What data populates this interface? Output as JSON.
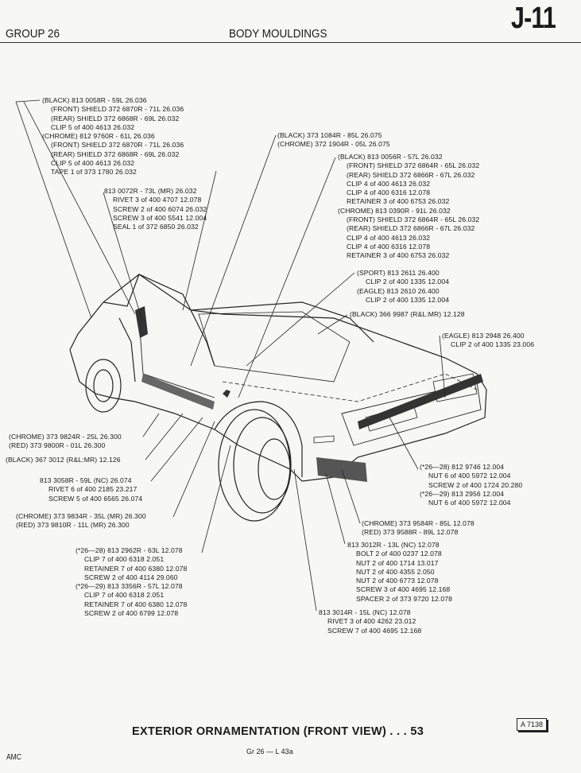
{
  "header": {
    "group": "GROUP 26",
    "title": "BODY MOULDINGS",
    "page_code": "J-11"
  },
  "callouts": [
    {
      "id": "c1",
      "lines": [
        [
          "(BLACK) 813 0058R - 59L  26.036",
          0
        ],
        [
          "(FRONT) SHIELD 372 6870R - 71L  26.036",
          1
        ],
        [
          "(REAR) SHIELD 372 6868R - 69L  26.032",
          1
        ],
        [
          "CLIP  5 of  400 4613  26.032",
          1
        ],
        [
          "(CHROME) 812 9760R - 61L  26.036",
          0
        ],
        [
          "(FRONT) SHIELD 372 6870R - 71L  26.036",
          1
        ],
        [
          "(REAR) SHIELD 372 6868R - 69L  26.032",
          1
        ],
        [
          "CLIP  5 of  400 4613  26.032",
          1
        ],
        [
          "TAPE  1 of  373 1780  26.032",
          1
        ]
      ]
    },
    {
      "id": "c2",
      "lines": [
        [
          "813 0072R - 73L (MR) 26.032",
          0
        ],
        [
          "RIVET  3 of  400 4707  12.078",
          1
        ],
        [
          "SCREW  2 of  400 6074  26.032",
          1
        ],
        [
          "SCREW  3 of  400 5541  12.004",
          1
        ],
        [
          "SEAL  1 of  372 6850  26.032",
          1
        ]
      ]
    },
    {
      "id": "c3",
      "lines": [
        [
          "(BLACK) 373 1084R - 85L  26.075",
          0
        ],
        [
          "(CHROME) 372 1904R - 05L  26.075",
          0
        ]
      ]
    },
    {
      "id": "c4",
      "lines": [
        [
          "(BLACK) 813 0056R - 57L  26.032",
          0
        ],
        [
          "(FRONT) SHIELD 372 6864R - 65L  26.032",
          1
        ],
        [
          "(REAR) SHIELD 372 6866R - 67L  26.032",
          1
        ],
        [
          "CLIP  4 of  400 4613  26.032",
          1
        ],
        [
          "CLIP  4 of  400 6316  12.078",
          1
        ],
        [
          "RETAINER  3 of  400 6753  26.032",
          1
        ],
        [
          "(CHROME) 813 0390R - 91L  26.032",
          0
        ],
        [
          "(FRONT) SHIELD 372 6864R - 65L  26.032",
          1
        ],
        [
          "(REAR) SHIELD 372 6866R - 67L  26.032",
          1
        ],
        [
          "CLIP  4 of  400 4613  26.032",
          1
        ],
        [
          "CLIP  4 of  400 6316  12.078",
          1
        ],
        [
          "RETAINER  3 of  400 6753  26.032",
          1
        ]
      ]
    },
    {
      "id": "c5",
      "lines": [
        [
          "(SPORT) 813 2611  26.400",
          0
        ],
        [
          "CLIP  2 of  400 1335  12.004",
          1
        ],
        [
          "(EAGLE) 813 2610  26.400",
          0
        ],
        [
          "CLIP  2 of  400 1335  12.004",
          1
        ]
      ]
    },
    {
      "id": "c6",
      "lines": [
        [
          "(BLACK) 366 9987 (R&L:MR)  12.128",
          0
        ]
      ]
    },
    {
      "id": "c7",
      "lines": [
        [
          "(EAGLE) 813 2948  26.400",
          0
        ],
        [
          "CLIP  2 of  400 1335  23.006",
          1
        ]
      ]
    },
    {
      "id": "c8",
      "lines": [
        [
          "(*26—28) 812 9746  12.004",
          0
        ],
        [
          "NUT  6 of  400 5972  12.004",
          1
        ],
        [
          "SCREW  2 of  400 1724  20.280",
          1
        ],
        [
          "(*26—29) 813 2956  12.004",
          0
        ],
        [
          "NUT  6 of  400 5972  12.004",
          1
        ]
      ]
    },
    {
      "id": "c9",
      "lines": [
        [
          "(CHROME) 373 9584R - 85L  12.078",
          0
        ],
        [
          "(RED) 373 9588R - 89L  12.078",
          0
        ]
      ]
    },
    {
      "id": "c10",
      "lines": [
        [
          "813 3012R - 13L (NC)  12.078",
          0
        ],
        [
          "BOLT  2 of  400 0237  12.078",
          1
        ],
        [
          "NUT  2 of  400 1714  13.017",
          1
        ],
        [
          "NUT  2 of  400 4355  2.050",
          1
        ],
        [
          "NUT  2 of  400 6773  12.078",
          1
        ],
        [
          "SCREW  3 of  400 4695  12.168",
          1
        ],
        [
          "SPACER  2 of  373 9720  12.078",
          1
        ]
      ]
    },
    {
      "id": "c11",
      "lines": [
        [
          "813 3014R - 15L (NC)  12.078",
          0
        ],
        [
          "RIVET  3 of  400 4262  23.012",
          1
        ],
        [
          "SCREW  7 of  400 4695  12.168",
          1
        ]
      ]
    },
    {
      "id": "c12",
      "lines": [
        [
          "(CHROME) 373 9824R - 25L  26.300",
          0
        ],
        [
          "(RED) 373 9800R - 01L  26.300",
          0
        ]
      ]
    },
    {
      "id": "c13",
      "lines": [
        [
          "(BLACK) 367 3012 (R&L:MR)  12.126",
          0
        ]
      ]
    },
    {
      "id": "c14",
      "lines": [
        [
          "813 3058R - 59L (NC)  26.074",
          0
        ],
        [
          "RIVET  6 of  400 2185  23.217",
          1
        ],
        [
          "SCREW  5 of  400 6565  26.074",
          1
        ]
      ]
    },
    {
      "id": "c15",
      "lines": [
        [
          "(CHROME) 373 9834R - 35L (MR)  26.300",
          0
        ],
        [
          "(RED) 373 9810R - 11L (MR)  26.300",
          0
        ]
      ]
    },
    {
      "id": "c16",
      "lines": [
        [
          "(*26—28) 813 2962R - 63L  12.078",
          0
        ],
        [
          "CLIP  7 of  400 6318  2.051",
          1
        ],
        [
          "RETAINER  7 of  400 6380  12.078",
          1
        ],
        [
          "SCREW  2 of  400 4114  29.060",
          1
        ],
        [
          "(*26—29) 813 3356R - 57L  12.078",
          0
        ],
        [
          "CLIP  7 of  400 6318  2.051",
          1
        ],
        [
          "RETAINER  7 of  400 6380  12.078",
          1
        ],
        [
          "SCREW  2 of  400 6799  12.078",
          1
        ]
      ]
    }
  ],
  "footer": {
    "caption": "EXTERIOR ORNAMENTATION (FRONT VIEW) . . . 53",
    "ref": "A 7138",
    "brand": "AMC",
    "page_ref": "Gr 26  —  L 43a"
  }
}
